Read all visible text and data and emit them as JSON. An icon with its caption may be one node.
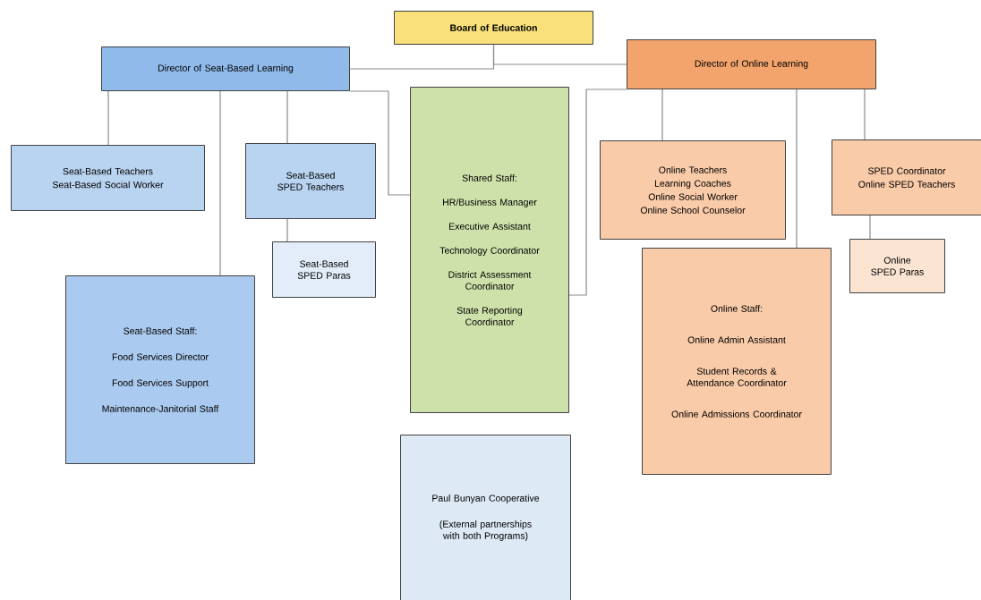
{
  "diagram": {
    "nodes": [
      {
        "text": [
          "Board of Education"
        ]
      },
      {
        "text": [
          "Director of Seat-Based Learning"
        ]
      },
      {
        "text": [
          "Director of Online Learning"
        ]
      },
      {
        "text": [
          "Seat-Based Teachers",
          "Seat-Based Social Worker"
        ]
      },
      {
        "text": [
          "Seat-Based SPED Teachers"
        ]
      },
      {
        "text": [
          "Shared Staff:",
          "HR/Business Manager",
          "Executive Assistant",
          "Technology Coordinator",
          "District Assessment Coordinator",
          "State Reporting Coordinator"
        ]
      },
      {
        "text": [
          "Online Teachers",
          "Learning Coaches",
          "Online Social Worker",
          "Online School Counselor"
        ]
      },
      {
        "text": [
          "SPED Coordinator",
          "Online SPED Teachers"
        ]
      },
      {
        "text": [
          "Seat-Based SPED Paras"
        ]
      },
      {
        "text": [
          "Online SPED Paras"
        ]
      },
      {
        "text": [
          "Seat-Based Staff:",
          "Food Services Director",
          "Food Services Support",
          "Maintenance-Janitorial Staff"
        ]
      },
      {
        "text": [
          "Online Staff:",
          "Online Admin Assistant",
          "Student Records & Attendance Coordinator",
          "Online Admissions Coordinator"
        ]
      },
      {
        "text": [
          "Paul Bunyan Cooperative",
          "(External partnerships with both Programs)"
        ]
      }
    ],
    "edges": [
      {
        "from": 0,
        "to": 1,
        "arrow": "none"
      },
      {
        "from": 0,
        "to": 2,
        "arrow": "none"
      },
      {
        "from": 1,
        "to": 3,
        "arrow": "none"
      },
      {
        "from": 1,
        "to": 10,
        "arrow": "none"
      },
      {
        "from": 1,
        "to": 4,
        "arrow": "none"
      },
      {
        "from": 1,
        "to": 5,
        "arrow": "none"
      },
      {
        "from": 4,
        "to": 8,
        "arrow": "none"
      },
      {
        "from": 2,
        "to": 5,
        "arrow": "none"
      },
      {
        "from": 2,
        "to": 6,
        "arrow": "none"
      },
      {
        "from": 2,
        "to": 11,
        "arrow": "none"
      },
      {
        "from": 2,
        "to": 7,
        "arrow": "none"
      },
      {
        "from": 7,
        "to": 9,
        "arrow": "none"
      }
    ]
  }
}
